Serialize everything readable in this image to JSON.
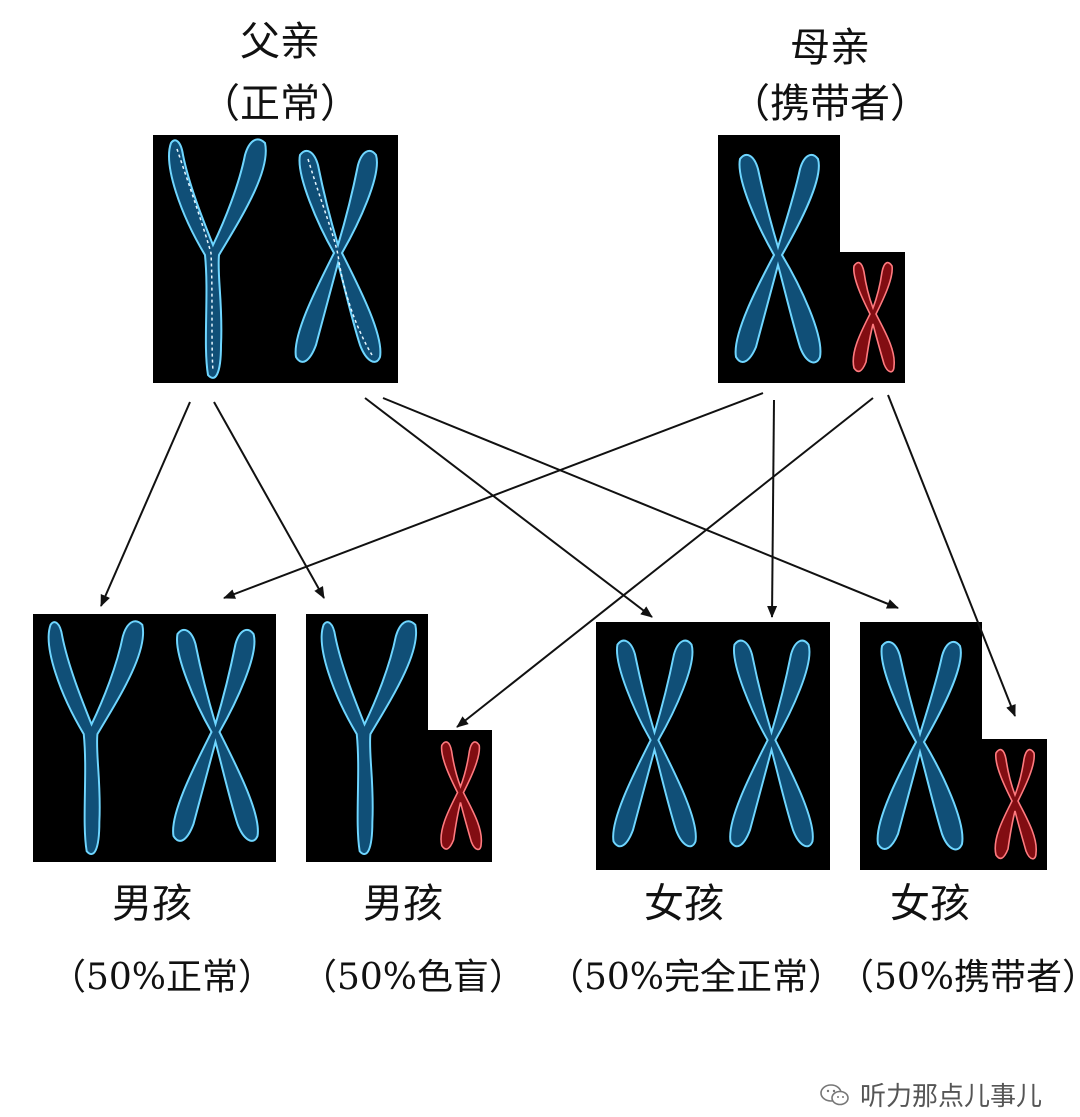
{
  "parents": {
    "father": {
      "title": "父亲",
      "status": "（正常）",
      "chromosomes": "YX"
    },
    "mother": {
      "title": "母亲",
      "status": "（携带者）",
      "chromosomes": "XX"
    }
  },
  "children": [
    {
      "title": "男孩",
      "status": "（50%正常）"
    },
    {
      "title": "男孩",
      "status": "（50%色盲）"
    },
    {
      "title": "女孩",
      "status": "（50%完全正常）"
    },
    {
      "title": "女孩",
      "status": "（50%携带者）"
    }
  ],
  "colors": {
    "normal_chromosome": "#2fb6ff",
    "carrier_chromosome": "#e0262e",
    "panel": "#000000"
  },
  "watermark": {
    "text": "听力那点儿事儿",
    "icon": "wechat-icon"
  }
}
